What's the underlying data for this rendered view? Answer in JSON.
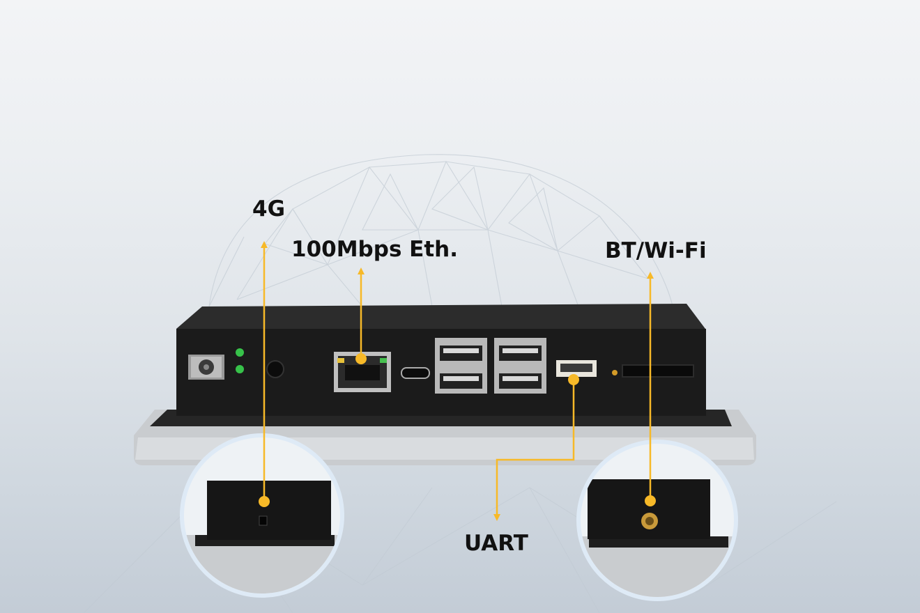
{
  "callouts": {
    "lte": "4G",
    "ethernet": "100Mbps Eth.",
    "wireless": "BT/Wi-Fi",
    "serial": "UART"
  },
  "colors": {
    "leader": "#f7b928",
    "case": "#1b1b1b",
    "bezel": "#c9cccf",
    "ring": "#dde9f5",
    "led": "#37c24a"
  },
  "icons": [
    "dc-power-jack-icon",
    "rj45-port-icon",
    "micro-usb-port-icon",
    "usb-a-port-icon",
    "uart-connector-icon",
    "sim-slot-icon",
    "sma-antenna-connector-icon"
  ]
}
